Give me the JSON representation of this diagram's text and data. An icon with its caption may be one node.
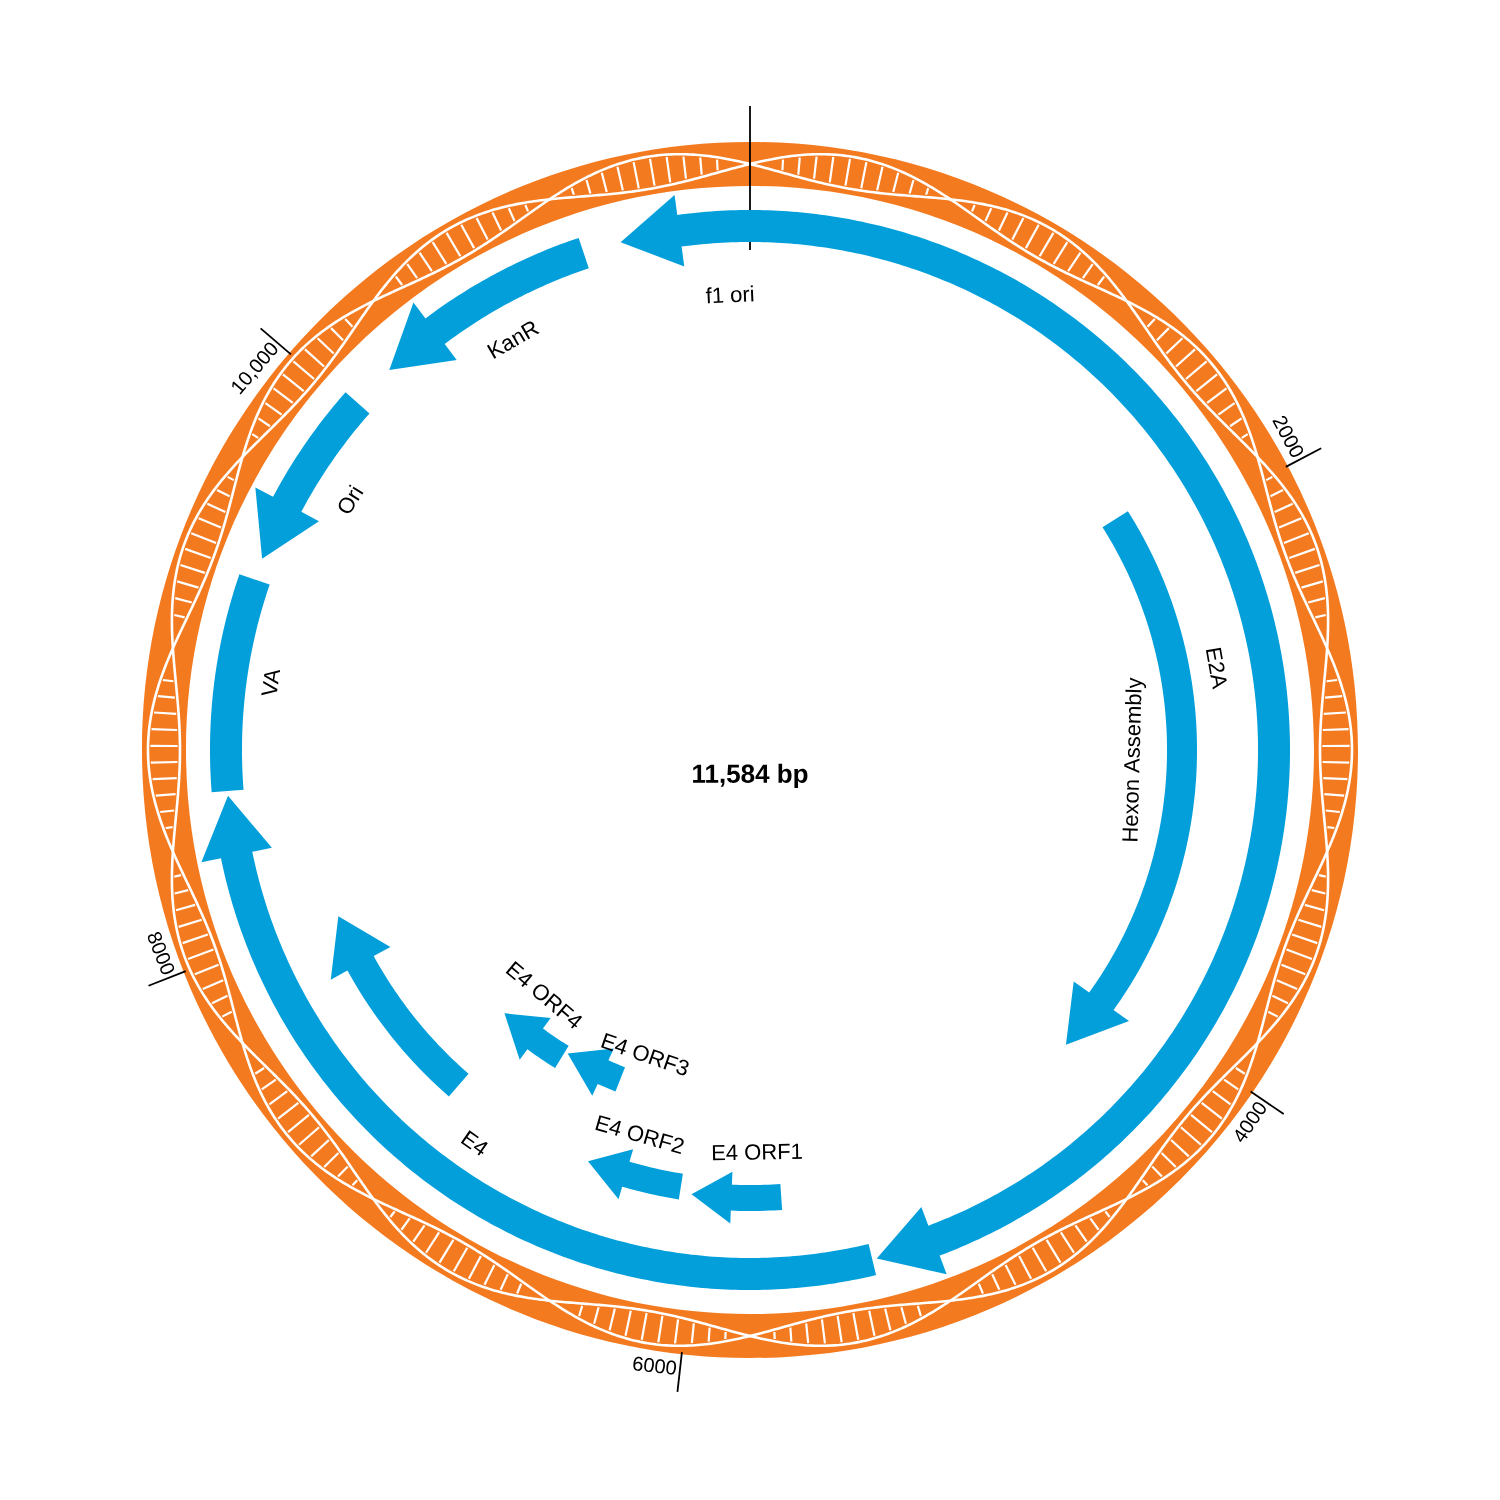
{
  "diagram": {
    "labels": [
      "f1 ori",
      "KanR",
      "Ori",
      "VA",
      "E2A",
      "Hexon Assembly",
      "11,584 bp",
      "E4 ORF4",
      "E4 ORF3",
      "E4 ORF2",
      "E4 ORF1",
      "E4",
      "2000",
      "4000",
      "6000",
      "8000",
      "10,000"
    ]
  }
}
